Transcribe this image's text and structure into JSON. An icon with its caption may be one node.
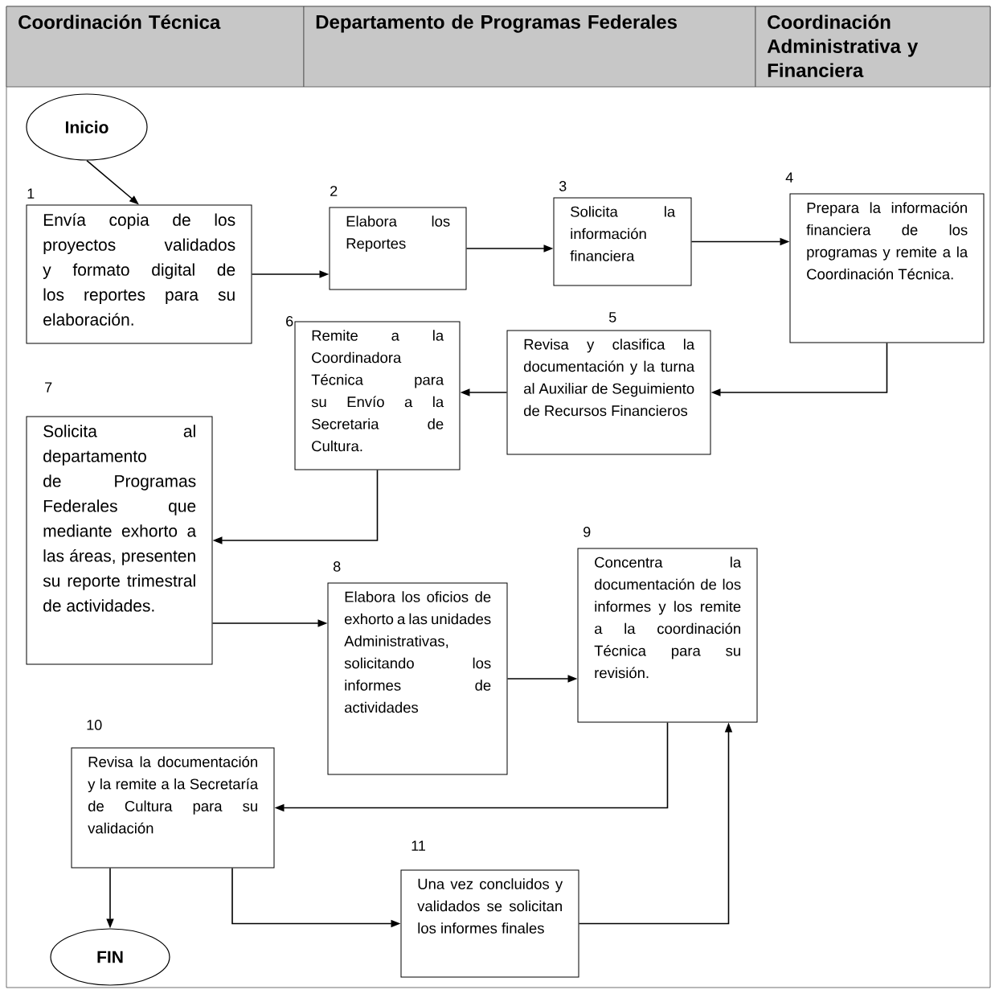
{
  "diagram": {
    "nodes": [
      {
        "text": [
          "Coordinación Técnica"
        ]
      },
      {
        "text": [
          "Departamento de Programas Federales"
        ]
      },
      {
        "text": [
          "Coordinación Administrativa y Financiera"
        ]
      },
      {
        "text": [
          "Inicio"
        ]
      },
      {
        "text": [
          "Envía copia de los proyectos validados y formato digital de los reportes para su elaboración."
        ],
        "beside": [
          "1"
        ]
      },
      {
        "text": [
          "Elabora los Reportes"
        ],
        "beside": [
          "2"
        ]
      },
      {
        "text": [
          "Solicita la información financiera"
        ],
        "beside": [
          "3"
        ]
      },
      {
        "text": [
          "Prepara la información financiera de los programas y remite a la Coordinación Técnica."
        ],
        "beside": [
          "4"
        ]
      },
      {
        "text": [
          "Revisa y clasifica la documentación y la turna al Auxiliar de Seguimiento de Recursos Financieros"
        ],
        "beside": [
          "5"
        ]
      },
      {
        "text": [
          "Remite a la Coordinadora Técnica para su Envío a la Secretaria de Cultura."
        ],
        "beside": [
          "6"
        ]
      },
      {
        "text": [
          "Solicita al departamento de Programas Federales que mediante exhorto a las áreas, presenten su reporte trimestral de actividades."
        ],
        "beside": [
          "7"
        ]
      },
      {
        "text": [
          "Elabora los oficios de exhorto a las unidades Administrativas, solicitando los informes de actividades"
        ],
        "beside": [
          "8"
        ]
      },
      {
        "text": [
          "Concentra la documentación de los informes y los remite a la coordinación Técnica para su revisión."
        ],
        "beside": [
          "9"
        ]
      },
      {
        "text": [
          "Revisa la documentación y la remite a la Secretaría de Cultura para su validación"
        ],
        "beside": [
          "10"
        ]
      },
      {
        "text": [
          "Una vez concluidos y validados se solicitan los informes finales"
        ],
        "beside": [
          "11"
        ]
      },
      {
        "text": [
          "FIN"
        ]
      }
    ],
    "edges": [
      {
        "from": 3,
        "to": 4,
        "arrow": "to"
      },
      {
        "from": 4,
        "to": 5,
        "arrow": "to"
      },
      {
        "from": 5,
        "to": 6,
        "arrow": "to"
      },
      {
        "from": 6,
        "to": 7,
        "arrow": "to"
      },
      {
        "from": 7,
        "to": 8,
        "arrow": "to"
      },
      {
        "from": 8,
        "to": 9,
        "arrow": "to"
      },
      {
        "from": 9,
        "to": 10,
        "arrow": "to"
      },
      {
        "from": 10,
        "to": 11,
        "arrow": "to"
      },
      {
        "from": 11,
        "to": 12,
        "arrow": "to"
      },
      {
        "from": 12,
        "to": 13,
        "arrow": "to"
      },
      {
        "from": 13,
        "to": 15,
        "arrow": "to"
      },
      {
        "from": 13,
        "to": 14,
        "arrow": "to"
      },
      {
        "from": 14,
        "to": 12,
        "arrow": "to"
      }
    ]
  }
}
